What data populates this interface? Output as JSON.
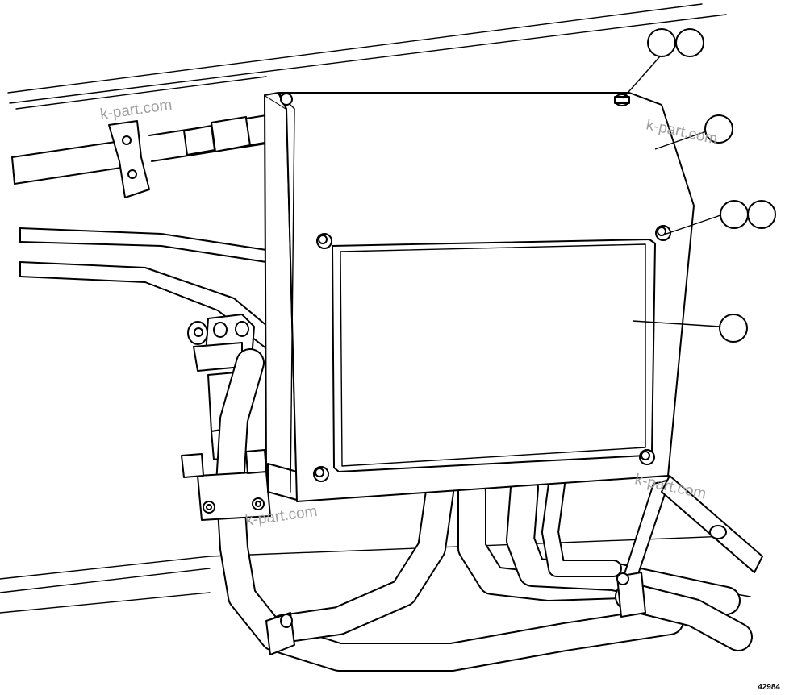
{
  "figure_number": "42984",
  "watermark": "k-part.com",
  "callouts": [
    {
      "name": "callout-top-right-bolt",
      "count": 2
    },
    {
      "name": "callout-cover-top",
      "count": 1
    },
    {
      "name": "callout-cover-bolt",
      "count": 2
    },
    {
      "name": "callout-cover-panel",
      "count": 1
    }
  ]
}
